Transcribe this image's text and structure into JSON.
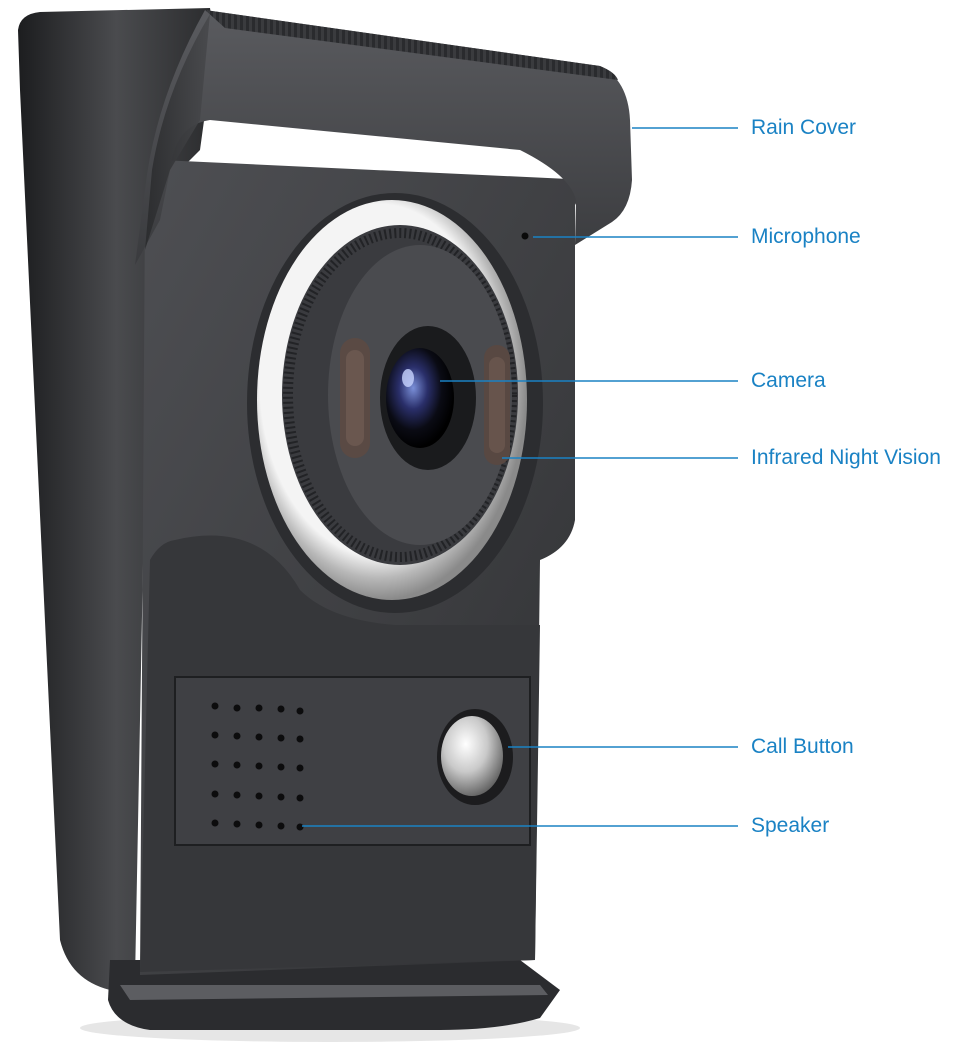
{
  "colors": {
    "accent": "#1a82c4",
    "device_body": "#3a3b3e",
    "background": "#ffffff"
  },
  "callouts": [
    {
      "id": "rain-cover",
      "label": "Rain Cover"
    },
    {
      "id": "microphone",
      "label": "Microphone"
    },
    {
      "id": "camera",
      "label": "Camera"
    },
    {
      "id": "infrared",
      "label": "Infrared Night Vision"
    },
    {
      "id": "call-button",
      "label": "Call Button"
    },
    {
      "id": "speaker",
      "label": "Speaker"
    }
  ]
}
